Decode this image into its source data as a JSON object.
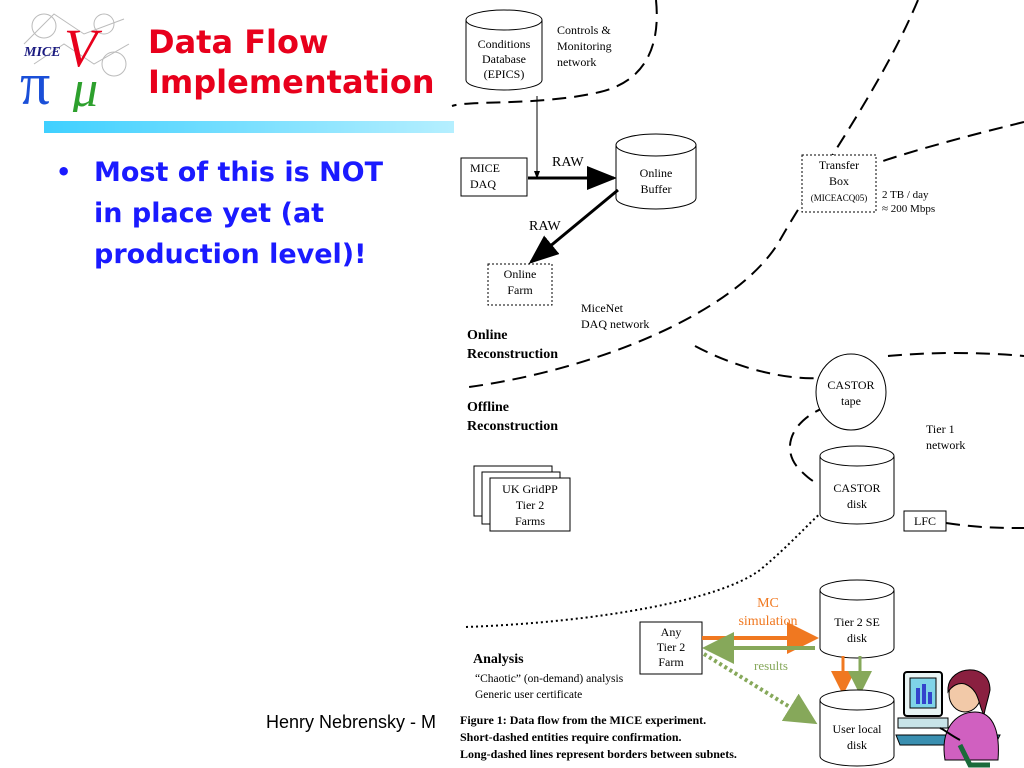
{
  "slide": {
    "title_line1": "Data Flow",
    "title_line2": "Implementation",
    "bullet": "Most of this is NOT in place yet (at production level)!",
    "footer": "Henry Nebrensky - M"
  },
  "logo": {
    "text": "MICE",
    "icon": "mice-logo"
  },
  "diagram": {
    "conditions_db": [
      "Conditions",
      "Database",
      "(EPICS)"
    ],
    "controls_net": [
      "Controls &",
      "Monitoring",
      "network"
    ],
    "mice_daq": [
      "MICE",
      "DAQ"
    ],
    "raw1": "RAW",
    "raw2": "RAW",
    "online_buffer": [
      "Online",
      "Buffer"
    ],
    "online_farm": [
      "Online",
      "Farm"
    ],
    "transfer_box": [
      "Transfer",
      "Box",
      "(MICEACQ05)"
    ],
    "rate": [
      "2 TB / day",
      "≈ 200 Mbps"
    ],
    "micenet": [
      "MiceNet",
      "DAQ network"
    ],
    "online_recon": [
      "Online",
      "Reconstruction"
    ],
    "castor_tape": [
      "CASTOR",
      "tape"
    ],
    "offline_recon": [
      "Offline",
      "Reconstruction"
    ],
    "tier1": [
      "Tier 1",
      "network"
    ],
    "uk_gridpp": [
      "UK GridPP",
      "Tier 2",
      "Farms"
    ],
    "castor_disk": [
      "CASTOR",
      "disk"
    ],
    "lfc": "LFC",
    "mc_sim": [
      "MC",
      "simulation"
    ],
    "tier2_se": [
      "Tier 2 SE",
      "disk"
    ],
    "any_tier2": [
      "Any",
      "Tier 2",
      "Farm"
    ],
    "results": "results",
    "analysis": "Analysis",
    "analysis_desc": [
      "“Chaotic” (on-demand) analysis",
      "Generic user certificate"
    ],
    "user_disk": [
      "User local",
      "disk"
    ],
    "caption": [
      "Figure 1: Data flow from the MICE experiment.",
      "Short-dashed entities require confirmation.",
      "Long-dashed lines represent borders between subnets."
    ]
  },
  "colors": {
    "title": "#e8001c",
    "bullet": "#1a1aff",
    "mc_arrow": "#f07820",
    "results_arrow": "#86a85a",
    "bar": "#3fd0ff"
  },
  "clipart": "person-at-computer-icon"
}
